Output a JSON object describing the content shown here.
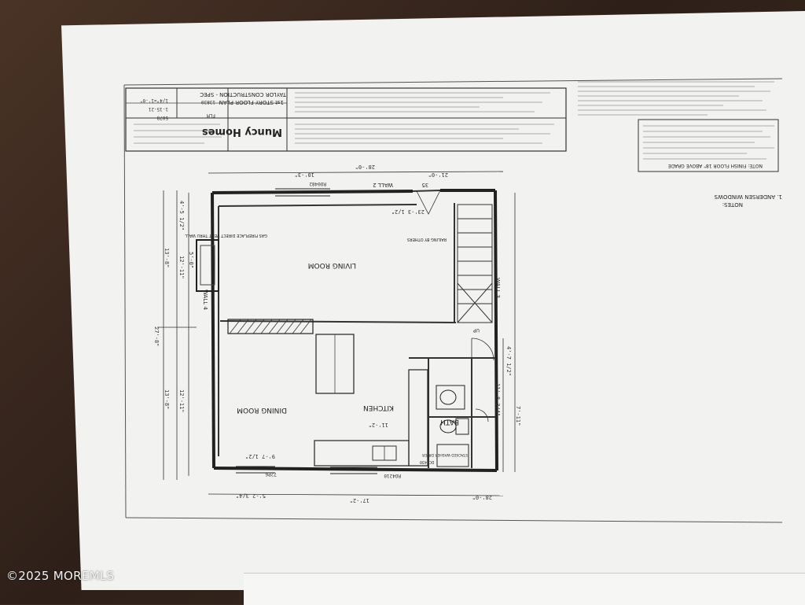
{
  "title_block": {
    "company": "Muncy Homes",
    "plan_name": "1st STORY FLOOR PLAN",
    "project": "TAYLOR CONSTRUCTION - SPEC",
    "model": "5078",
    "date": "1-15-21",
    "drawn_by": "FLM",
    "scale": "1/4\"=1'-0\"",
    "job_no": "13830"
  },
  "notes": {
    "header": "NOTES:",
    "item1": "1. ANDERSEN WINDOWS",
    "box_text": "NOTE: FINISH FLOOR 18\" ABOVE GRADE"
  },
  "rooms": {
    "living": "LIVING ROOM",
    "dining": "DINING ROOM",
    "kitchen": "KITCHEN",
    "bath": "BATH"
  },
  "walls": {
    "wall2": "WALL 2",
    "wall3": "WALL 3",
    "wall4": "WALL 4"
  },
  "dims": {
    "top_total": "28'-0\"",
    "top_a": "10'-3\"",
    "top_b": "21'-0\"",
    "top_c": "35",
    "bottom_total": "28'-0\"",
    "bottom_a": "5'-2 3/4\"",
    "bottom_b": "17'-2\"",
    "left_total": "27'-8\"",
    "left_a": "13'-8\"",
    "left_b": "13'-8\"",
    "left_c": "12'-11\"",
    "left_d": "12'-11\"",
    "left_e": "5'-0\"",
    "left_f": "4'-5 1/2\"",
    "living_w": "23'-3 1/2\"",
    "dining_w": "9'-7 1/2\"",
    "kitchen_w": "11'-2\"",
    "right_a": "4'-7 1/2\"",
    "right_b": "11'-8 3/4\"",
    "right_c": "7'-11\""
  },
  "labels": {
    "window_top": "RO0482",
    "window_bottom": "RO4210",
    "door_left": "72P6",
    "fireplace": "GAS FIREPLACE DIRECT VENT THRU WALL",
    "rail": "RAILING BY OTHERS",
    "range": "DC2430",
    "stairs_up": "UP",
    "washer": "STACKED WASHER DRYER"
  }
}
